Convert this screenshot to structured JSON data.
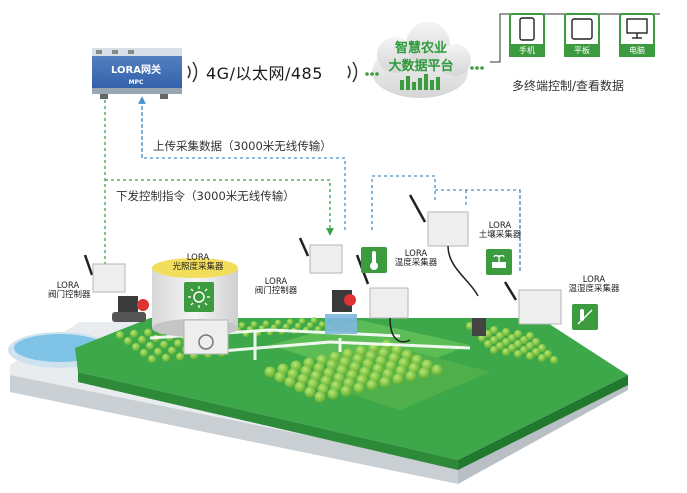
{
  "gateway": {
    "name": "LORA网关",
    "model": "MPC"
  },
  "link_text": "4G/以太网/485",
  "cloud": {
    "line1": "智慧农业",
    "line2": "大数据平台"
  },
  "terminals": {
    "items": [
      {
        "label": "手机",
        "icon": "phone-icon"
      },
      {
        "label": "平板",
        "icon": "tablet-icon"
      },
      {
        "label": "电脑",
        "icon": "monitor-icon"
      }
    ],
    "caption": "多终端控制/查看数据"
  },
  "arrows": {
    "upload": "上传采集数据（3000米无线传输）",
    "download": "下发控制指令（3000米无线传输）"
  },
  "devices": [
    {
      "line1": "LORA",
      "line2": "阀门控制器"
    },
    {
      "line1": "LORA",
      "line2": "光照度采集器"
    },
    {
      "line1": "LORA",
      "line2": "阀门控制器"
    },
    {
      "line1": "LORA",
      "line2": "温度采集器"
    },
    {
      "line1": "LORA",
      "line2": "土壤采集器"
    },
    {
      "line1": "LORA",
      "line2": "温湿度采集器"
    }
  ],
  "colors": {
    "accent_green": "#2f9e44",
    "arrow_blue": "#4a90c8",
    "arrow_green": "#37a14a",
    "field_green": "#3da84a"
  }
}
